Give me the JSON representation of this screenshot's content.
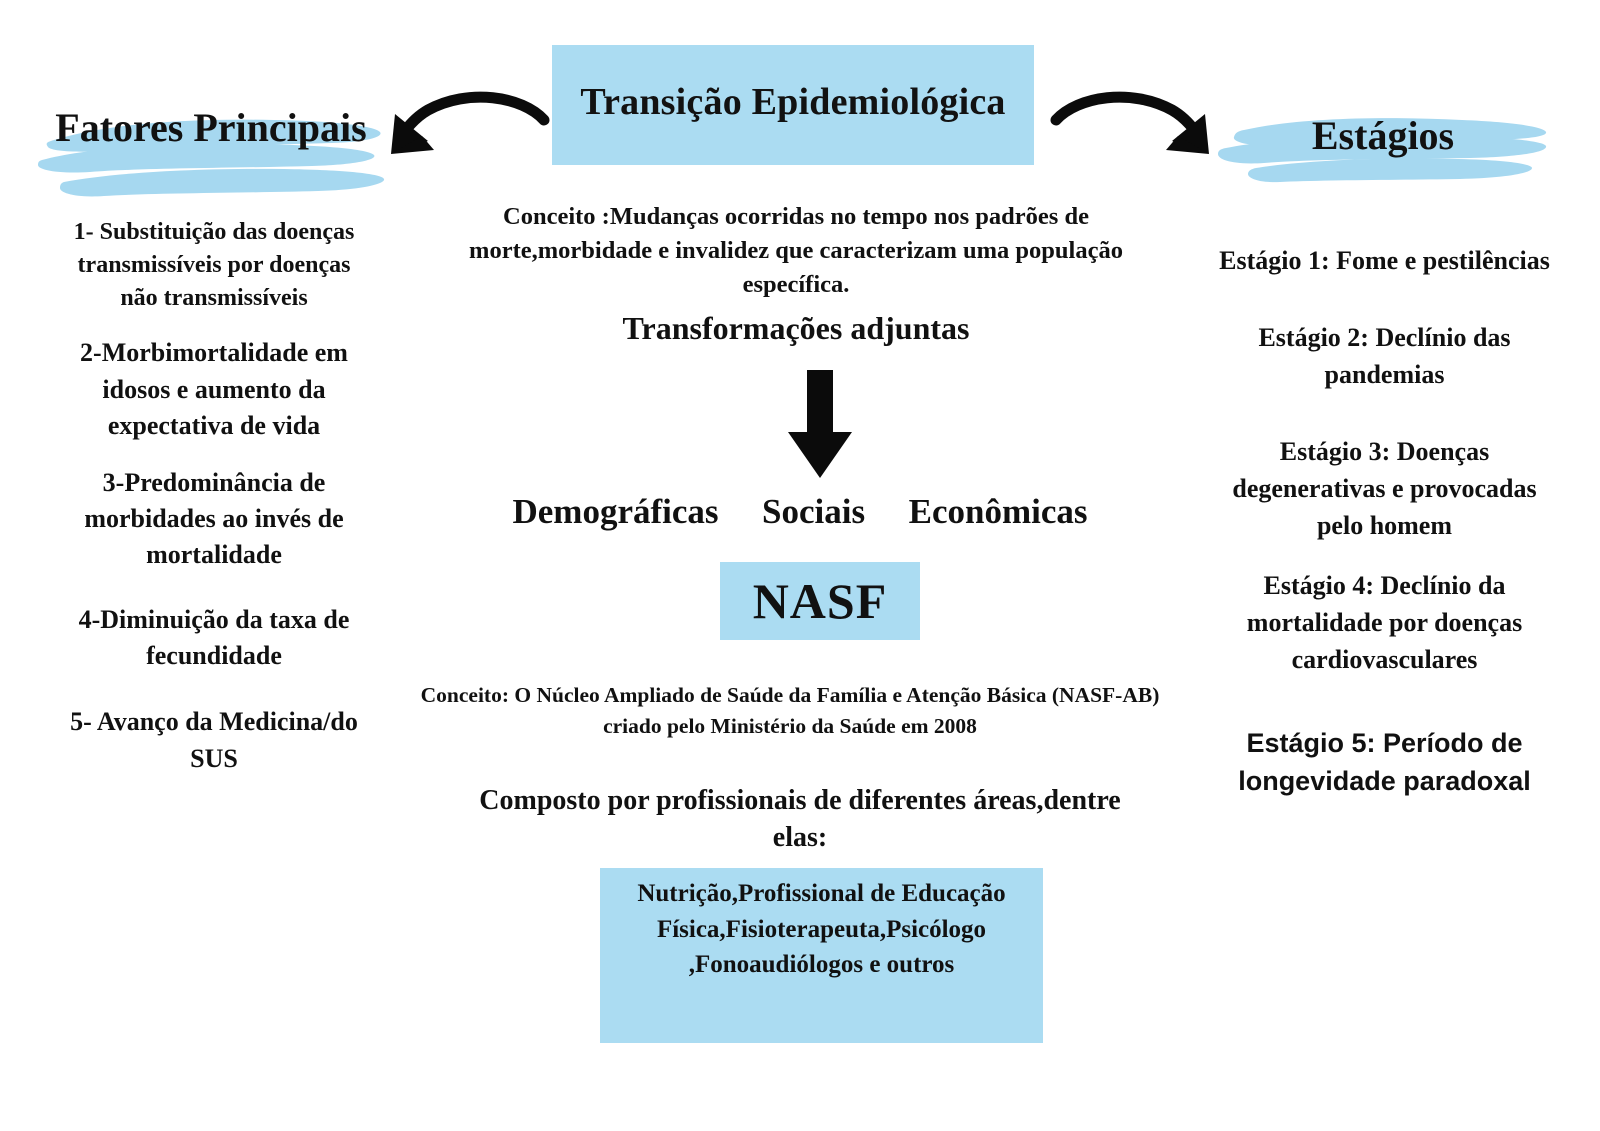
{
  "theme": {
    "accent_blue": "#ABDCF2",
    "text_color": "#111111",
    "background": "#FFFFFF"
  },
  "center": {
    "title": "Transição Epidemiológica",
    "concept": "Conceito :Mudanças ocorridas no tempo nos padrões de morte,morbidade e invalidez que caracterizam uma população específica.",
    "transform_heading": "Transformações adjuntas",
    "types": [
      "Demográficas",
      "Sociais",
      "Econômicas"
    ],
    "nasf_label": "NASF",
    "nasf_concept": "Conceito: O Núcleo Ampliado de Saúde da Família e Atenção Básica (NASF-AB) criado pelo Ministério da Saúde em 2008",
    "composed_heading": "Composto por profissionais de diferentes áreas,dentre elas:",
    "professionals": "Nutrição,Profissional de Educação Física,Fisioterapeuta,Psicólogo ,Fonoaudiólogos e outros"
  },
  "left": {
    "heading": "Fatores Principais",
    "items": [
      "1- Substituição das doenças transmissíveis por doenças não transmissíveis",
      "2-Morbimortalidade em idosos e aumento da expectativa de vida",
      "3-Predominância de morbidades ao invés de mortalidade",
      "4-Diminuição da taxa de fecundidade",
      "5- Avanço da Medicina/do SUS"
    ]
  },
  "right": {
    "heading": "Estágios",
    "items": [
      "Estágio 1: Fome e pestilências",
      "Estágio 2: Declínio das pandemias",
      "Estágio 3: Doenças degenerativas e provocadas pelo homem",
      "Estágio 4: Declínio da mortalidade por doenças cardiovasculares",
      "Estágio 5: Período de longevidade paradoxal"
    ]
  }
}
